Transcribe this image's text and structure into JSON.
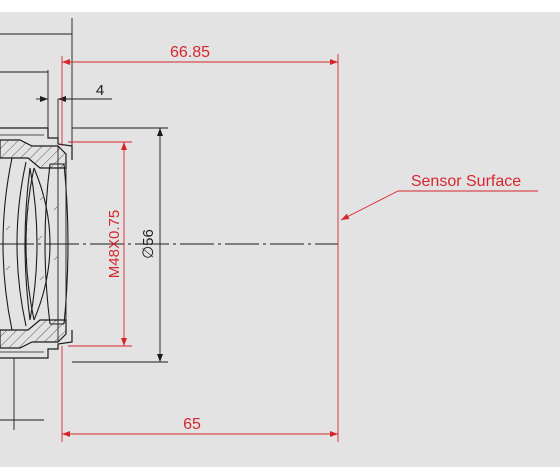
{
  "colors": {
    "background": "#e3e3e3",
    "red": "#d7262e",
    "black": "#1c1c1c",
    "hatch": "#5a5a5a"
  },
  "dimensions": {
    "overall_length": "66.85",
    "flange_offset": "4",
    "thread": "M48X0.75",
    "outer_diameter": "56",
    "back_focus": "65"
  },
  "labels": {
    "sensor_surface": "Sensor Surface"
  },
  "symbols": {
    "diameter": "∅"
  }
}
